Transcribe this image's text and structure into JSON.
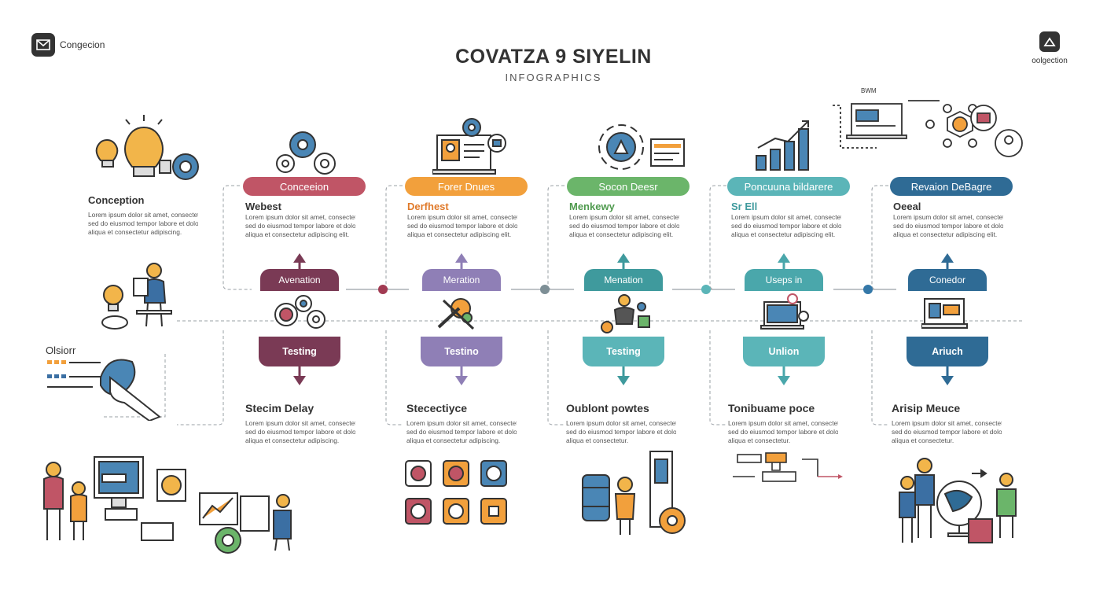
{
  "header": {
    "brand_left": "Congecion",
    "brand_right": "oolgection",
    "title": "COVATZA 9 SIYELIN",
    "subtitle": "INFOGRAPHICS"
  },
  "left_panel": {
    "heading": "Conception",
    "text": [
      "Lorem ipsum dolor sit amet, consectetur",
      "sed do eiusmod tempor labore et dolore",
      "aliqua et consectetur adipiscing."
    ],
    "label": "Olsiorr"
  },
  "colors": {
    "red": "#c05566",
    "orange": "#f2a03c",
    "green": "#6bb56a",
    "teal": "#5bb5b8",
    "blue": "#2f6b95",
    "maroon": "#7a3a55",
    "purple": "#8f7fb6",
    "grey_line": "#9aa0a6"
  },
  "stages": [
    {
      "pill": "Conceeion",
      "subhead": "Webest",
      "text": [
        "Lorem ipsum dolor sit amet, consectetur",
        "sed do eiusmod tempor labore et dolore",
        "aliqua et consectetur adipiscing elit."
      ],
      "top_tab": "Avenation",
      "bottom_tab": "Testing",
      "bottom_head": "Stecim Delay",
      "bottom_text": [
        "Lorem ipsum dolor sit amet, consectetur",
        "sed do eiusmod tempor labore et dolore",
        "aliqua et consectetur adipiscing."
      ]
    },
    {
      "pill": "Forer Dnues",
      "subhead": "Derfhest",
      "text": [
        "Lorem ipsum dolor sit amet, consectetur",
        "sed do eiusmod tempor labore et dolore",
        "aliqua et consectetur adipiscing elit."
      ],
      "top_tab": "Meration",
      "bottom_tab": "Testino",
      "bottom_head": "Stecectiyce",
      "bottom_text": [
        "Lorem ipsum dolor sit amet, consectetur",
        "sed do eiusmod tempor labore et dolore",
        "aliqua et consectetur adipiscing."
      ]
    },
    {
      "pill": "Socon Deesr",
      "subhead": "Menkewy",
      "text": [
        "Lorem ipsum dolor sit amet, consectetur",
        "sed do eiusmod tempor labore et dolore",
        "aliqua et consectetur adipiscing elit."
      ],
      "top_tab": "Menation",
      "bottom_tab": "Testing",
      "bottom_head": "Oublont powtes",
      "bottom_text": [
        "Lorem ipsum dolor sit amet, consectetur",
        "sed do eiusmod tempor labore et dolore",
        "aliqua et consectetur."
      ]
    },
    {
      "pill": "Poncuuna bildarere",
      "subhead": "Sr Ell",
      "text": [
        "Lorem ipsum dolor sit amet, consectetur",
        "sed do eiusmod tempor labore et dolore",
        "aliqua et consectetur adipiscing elit."
      ],
      "top_tab": "Useps in",
      "bottom_tab": "Unlion",
      "bottom_head": "Tonibuame poce",
      "bottom_text": [
        "Lorem ipsum dolor sit amet, consectetur",
        "sed do eiusmod tempor labore et dolore",
        "aliqua et consectetur."
      ]
    },
    {
      "pill": "Revaion DeBagre",
      "subhead": "Oeeal",
      "text": [
        "Lorem ipsum dolor sit amet, consectetur",
        "sed do eiusmod tempor labore et dolore",
        "aliqua et consectetur adipiscing elit."
      ],
      "top_tab": "Conedor",
      "bottom_tab": "Ariuch",
      "bottom_head": "Arisip Meuce",
      "bottom_text": [
        "Lorem ipsum dolor sit amet, consectetur",
        "sed do eiusmod tempor labore et dolore",
        "aliqua et consectetur."
      ]
    }
  ]
}
